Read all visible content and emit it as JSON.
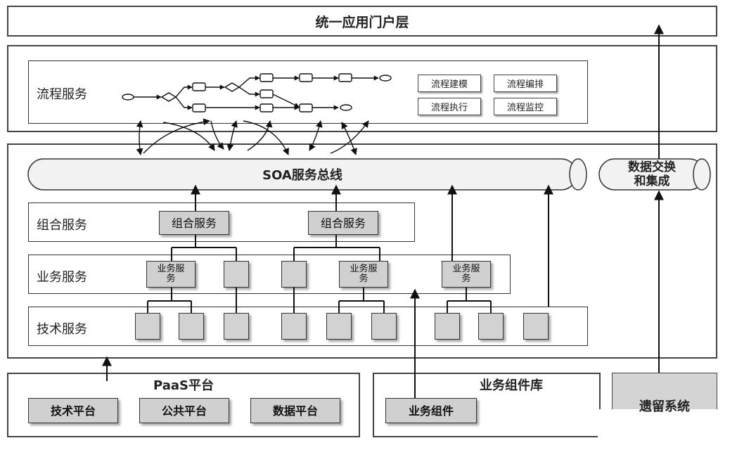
{
  "portal_layer": "统一应用门户层",
  "process": {
    "label": "流程服务",
    "buttons": [
      "流程建模",
      "流程编排",
      "流程执行",
      "流程监控"
    ]
  },
  "soa_bus": "SOA服务总线",
  "data_exchange": "数据交换\n和集成",
  "composite": {
    "label": "组合服务",
    "boxes": [
      "组合服务",
      "组合服务"
    ]
  },
  "business": {
    "label": "业务服务",
    "boxes": [
      "业务服\n务",
      "业务服\n务",
      "业务服\n务"
    ]
  },
  "technical": {
    "label": "技术服务"
  },
  "paas": {
    "title": "PaaS平台",
    "platforms": [
      "技术平台",
      "公共平台",
      "数据平台"
    ]
  },
  "component_lib": {
    "title": "业务组件库",
    "item": "业务组件"
  },
  "legacy": "遗留系统"
}
